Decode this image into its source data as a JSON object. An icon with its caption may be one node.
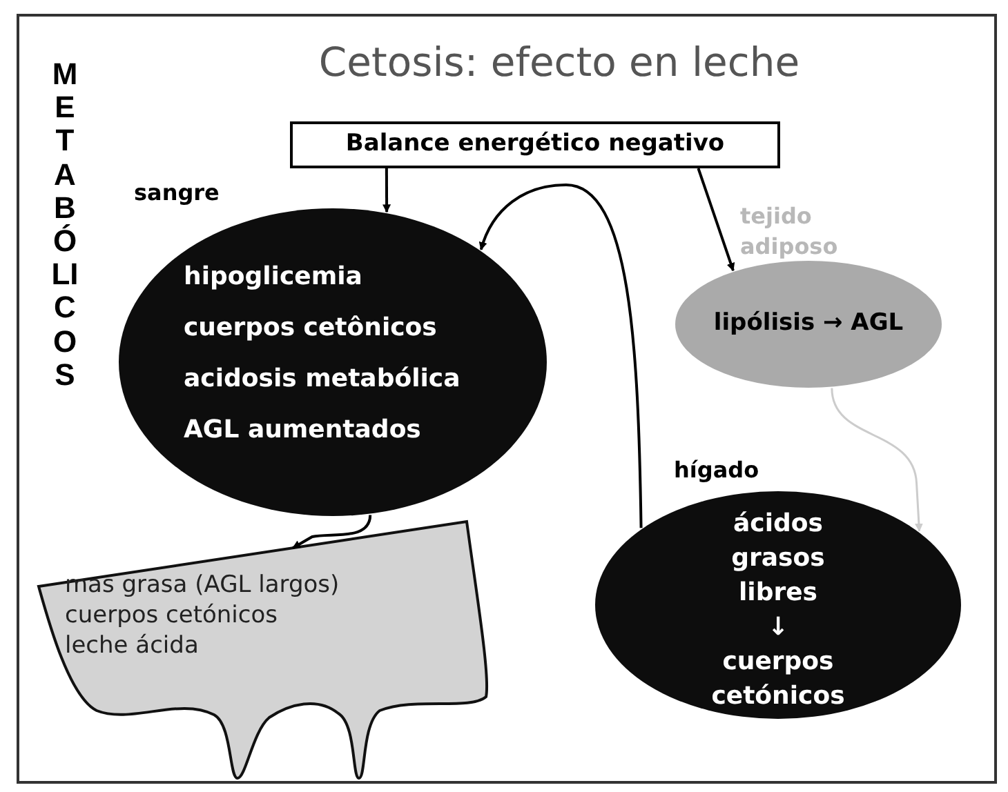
{
  "diagram": {
    "title": "Cetosis: efecto en leche",
    "nodes": [
      {
        "text": [
          "Balance energético negativo"
        ]
      },
      {
        "text": [
          "sangre",
          "hipoglicemia",
          "cuerpos cetônicos",
          "acidosis metabólica",
          "AGL aumentados"
        ]
      },
      {
        "text": [
          "tejido adiposo",
          "lipólisis → AGL"
        ]
      },
      {
        "text": [
          "hígado",
          "ácidos grasos libres",
          "↓",
          "cuerpos cetónicos"
        ]
      },
      {
        "text": [
          "mas grasa (AGL largos)",
          "cuerpos cetónicos",
          "leche ácida"
        ]
      }
    ],
    "edges": [
      {
        "from": 0,
        "to": 1,
        "arrow": "to"
      },
      {
        "from": 0,
        "to": 2,
        "arrow": "to"
      },
      {
        "from": 3,
        "to": 1,
        "arrow": "to"
      },
      {
        "from": 2,
        "to": 3,
        "arrow": "to",
        "color": "#cccccc"
      },
      {
        "from": 1,
        "to": 4,
        "arrow": "to"
      }
    ],
    "labels": [
      "METABÓLICOS"
    ]
  }
}
